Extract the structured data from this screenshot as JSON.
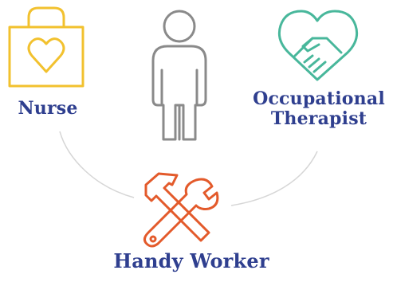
{
  "roles": {
    "nurse": {
      "label": "Nurse",
      "icon": "shopping-bag-heart-icon",
      "color": "#f2c12e"
    },
    "occupational_therapist": {
      "label_line1": "Occupational",
      "label_line2": "Therapist",
      "icon": "heart-handshake-icon",
      "color": "#48b79b"
    },
    "handy_worker": {
      "label": "Handy Worker",
      "icon": "hammer-wrench-icon",
      "color": "#e35a2b"
    }
  },
  "center": {
    "icon": "person-icon",
    "color": "#8a8a8a"
  },
  "colors": {
    "label_text": "#2f3f8f",
    "connector": "#d6d6d6"
  }
}
